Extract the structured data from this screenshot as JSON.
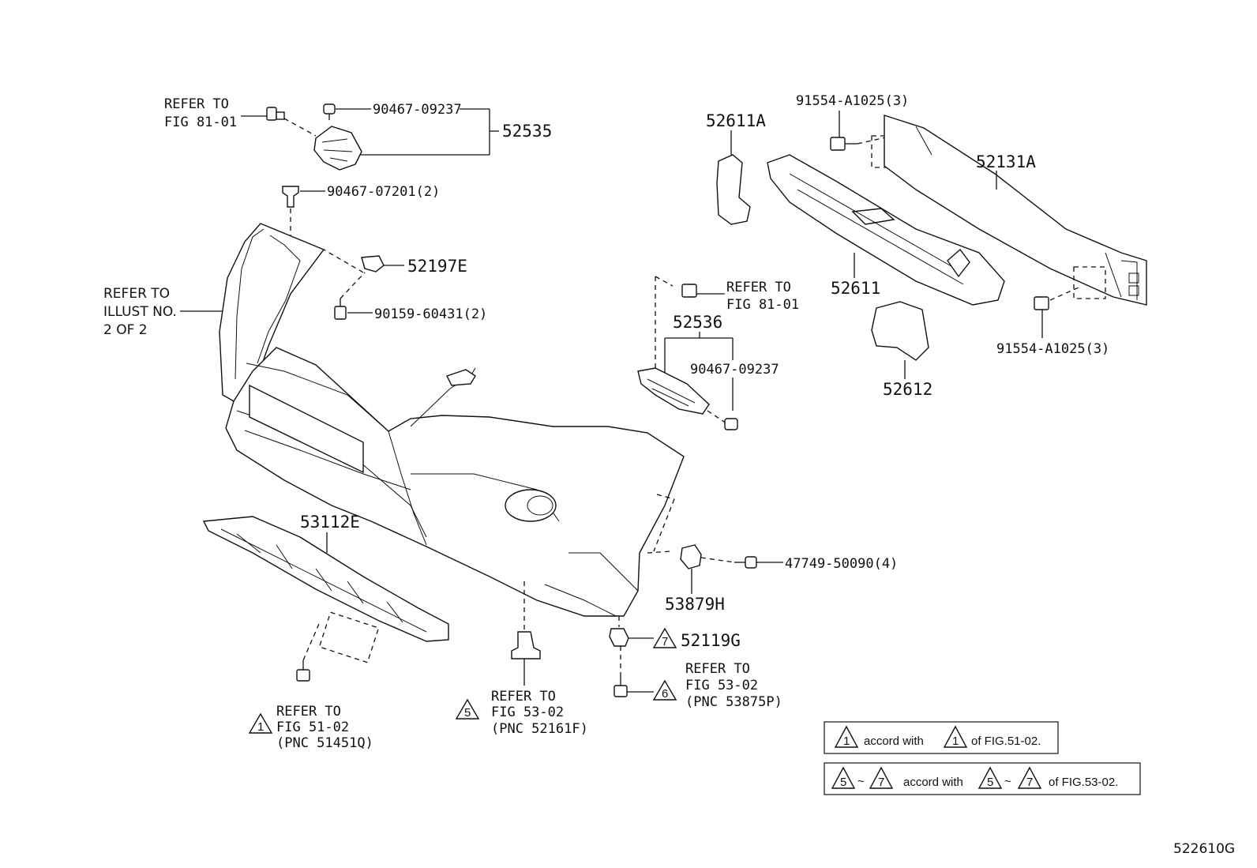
{
  "labels": {
    "refer_fig8101_a": [
      "REFER TO",
      "FIG 81-01"
    ],
    "p90467_09237_a": "90467-09237",
    "p52535": "52535",
    "p90467_07201": "90467-07201(2)",
    "p52197e": "52197E",
    "refer_illust": [
      "REFER TO",
      "ILLUST NO.",
      "2 OF 2"
    ],
    "p90159_60431": "90159-60431(2)",
    "p52611a": "52611A",
    "p91554_top": "91554-A1025(3)",
    "p52131a": "52131A",
    "p52611": "52611",
    "refer_fig8101_b": [
      "REFER TO",
      "FIG 81-01"
    ],
    "p52536": "52536",
    "p90467_09237_b": "90467-09237",
    "p91554_bot": "91554-A1025(3)",
    "p52612": "52612",
    "p53112e": "53112E",
    "p47749": "47749-50090(4)",
    "p53879h": "53879H",
    "p52119g": "52119G",
    "tri7": "7",
    "refer_fig5302_c": [
      "REFER TO",
      "FIG 53-02",
      "(PNC 53875P)"
    ],
    "tri6": "6",
    "refer_fig5102": [
      "REFER TO",
      "FIG 51-02",
      "(PNC 51451Q)"
    ],
    "tri1": "1",
    "refer_fig5302_b": [
      "REFER TO",
      "FIG 53-02",
      "(PNC 52161F)"
    ],
    "tri5": "5"
  },
  "notes": {
    "note1": {
      "tri_a": "1",
      "text1": "accord with",
      "tri_b": "1",
      "text2": "of FIG.51-02."
    },
    "note2": {
      "tri_a": "5",
      "tilde": "~",
      "tri_b": "7",
      "text1": "accord with",
      "tri_c": "5",
      "tilde2": "~",
      "tri_d": "7",
      "text2": "of FIG.53-02."
    }
  },
  "figure_id": "522610G"
}
